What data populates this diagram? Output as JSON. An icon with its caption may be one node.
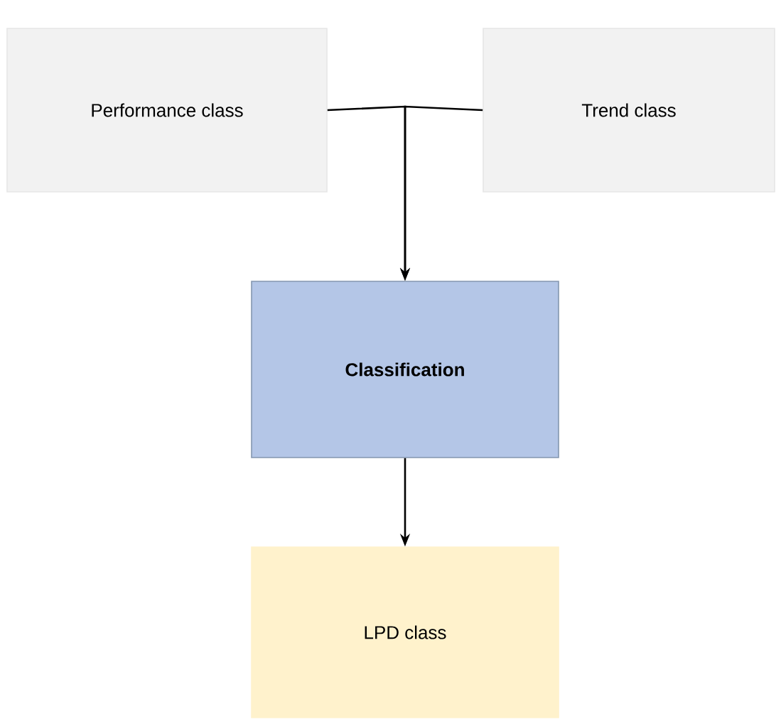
{
  "diagram": {
    "nodes": [
      {
        "text": [
          "Performance class"
        ]
      },
      {
        "text": [
          "Trend class"
        ]
      },
      {
        "text": [
          "Classification"
        ]
      },
      {
        "text": [
          "LPD class"
        ]
      }
    ],
    "edges": [
      {
        "from": 0,
        "to": 2,
        "arrow": "to"
      },
      {
        "from": 1,
        "to": 2,
        "arrow": "to"
      },
      {
        "from": 2,
        "to": 3,
        "arrow": "to"
      }
    ]
  }
}
